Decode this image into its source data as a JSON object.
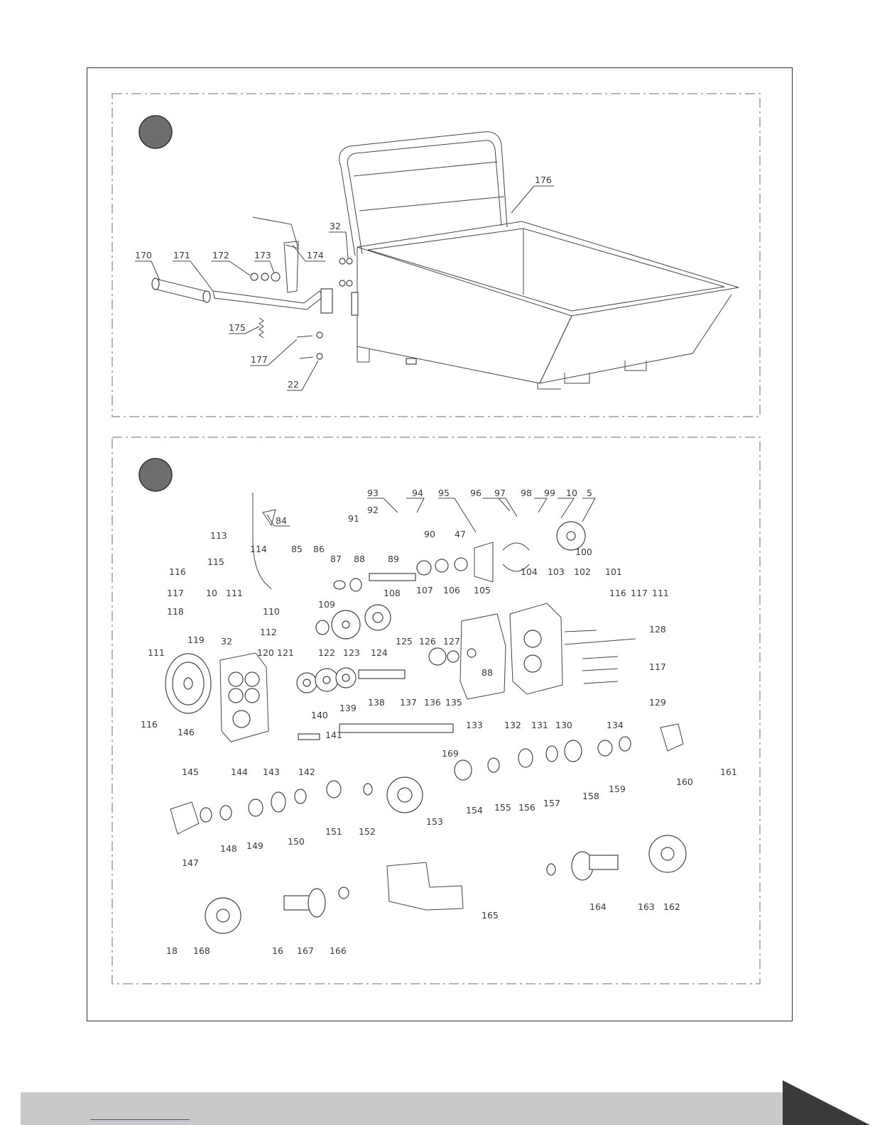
{
  "panel_top": {
    "labels": [
      {
        "id": "176",
        "text": "176"
      },
      {
        "id": "32",
        "text": "32"
      },
      {
        "id": "170",
        "text": "170"
      },
      {
        "id": "171",
        "text": "171"
      },
      {
        "id": "172",
        "text": "172"
      },
      {
        "id": "173",
        "text": "173"
      },
      {
        "id": "174",
        "text": "174"
      },
      {
        "id": "175",
        "text": "175"
      },
      {
        "id": "177",
        "text": "177"
      },
      {
        "id": "22",
        "text": "22"
      }
    ]
  },
  "panel_bottom": {
    "labels": [
      "84",
      "93",
      "94",
      "95",
      "96",
      "97",
      "98",
      "99",
      "10",
      "5",
      "92",
      "91",
      "90",
      "47",
      "100",
      "113",
      "114",
      "85",
      "86",
      "87",
      "88",
      "89",
      "107",
      "106",
      "105",
      "104",
      "103",
      "102",
      "101",
      "115",
      "116",
      "117",
      "10",
      "111",
      "110",
      "118",
      "112",
      "109",
      "108",
      "125",
      "126",
      "127",
      "116",
      "117",
      "111",
      "128",
      "119",
      "32",
      "120",
      "121",
      "122",
      "123",
      "124",
      "88",
      "117",
      "111",
      "146",
      "140",
      "139",
      "138",
      "137",
      "136",
      "135",
      "133",
      "132",
      "131",
      "130",
      "134",
      "129",
      "116",
      "141",
      "169",
      "161",
      "145",
      "144",
      "143",
      "142",
      "160",
      "159",
      "158",
      "157",
      "156",
      "155",
      "154",
      "153",
      "152",
      "151",
      "150",
      "149",
      "148",
      "147",
      "164",
      "163",
      "162",
      "165",
      "18",
      "168",
      "16",
      "167",
      "166"
    ]
  },
  "colors": {
    "frame": "#333333",
    "line": "#444444",
    "badge": "#6e6e6e",
    "footer": "#c9c9c9",
    "link": "#2f44d8",
    "arrow": "#3a3a3a"
  }
}
